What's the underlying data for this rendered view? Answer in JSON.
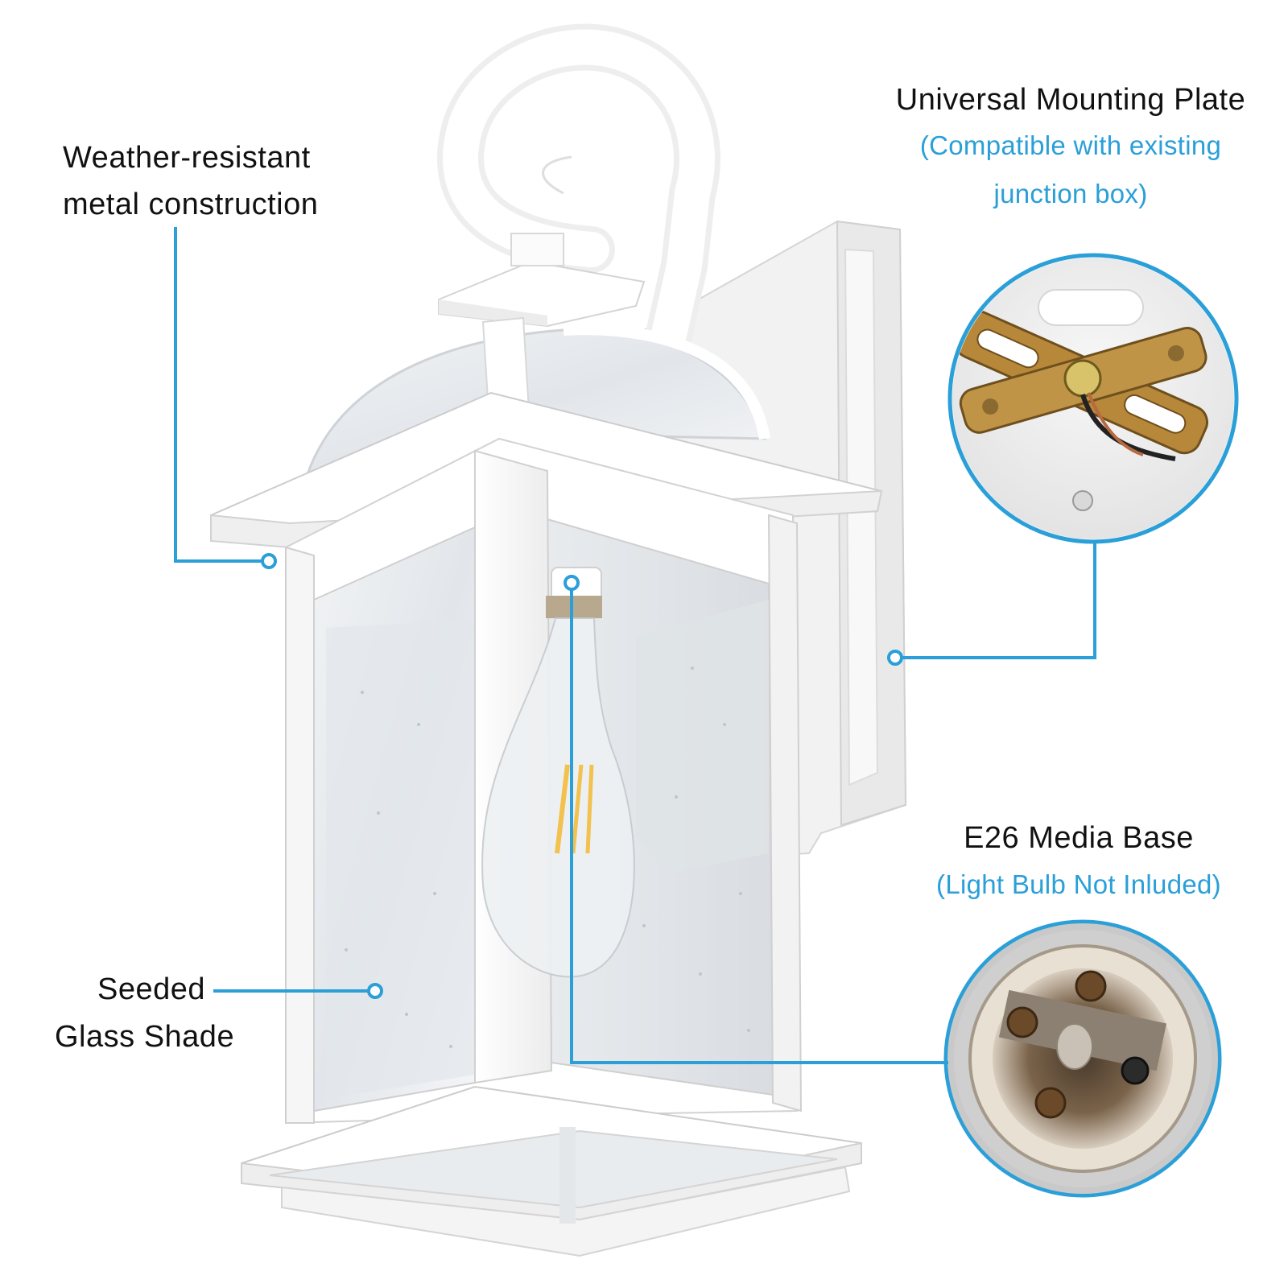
{
  "callouts": {
    "construction": {
      "line1": "Weather-resistant",
      "line2": "metal construction"
    },
    "mounting": {
      "title": "Universal Mounting Plate",
      "sub1": "(Compatible with existing",
      "sub2": "junction box)"
    },
    "base": {
      "title": "E26 Media Base",
      "sub": "(Light Bulb Not Inluded)"
    },
    "glass": {
      "line1": "Seeded",
      "line2": "Glass Shade"
    }
  },
  "colors": {
    "accent": "#2a9fd8",
    "text": "#111111",
    "fixture": "#ffffff",
    "bracket": "#b7883a"
  },
  "icons": {
    "product": "wall-lantern-image",
    "inset_top": "mounting-plate-closeup",
    "inset_bottom": "e26-socket-closeup"
  }
}
